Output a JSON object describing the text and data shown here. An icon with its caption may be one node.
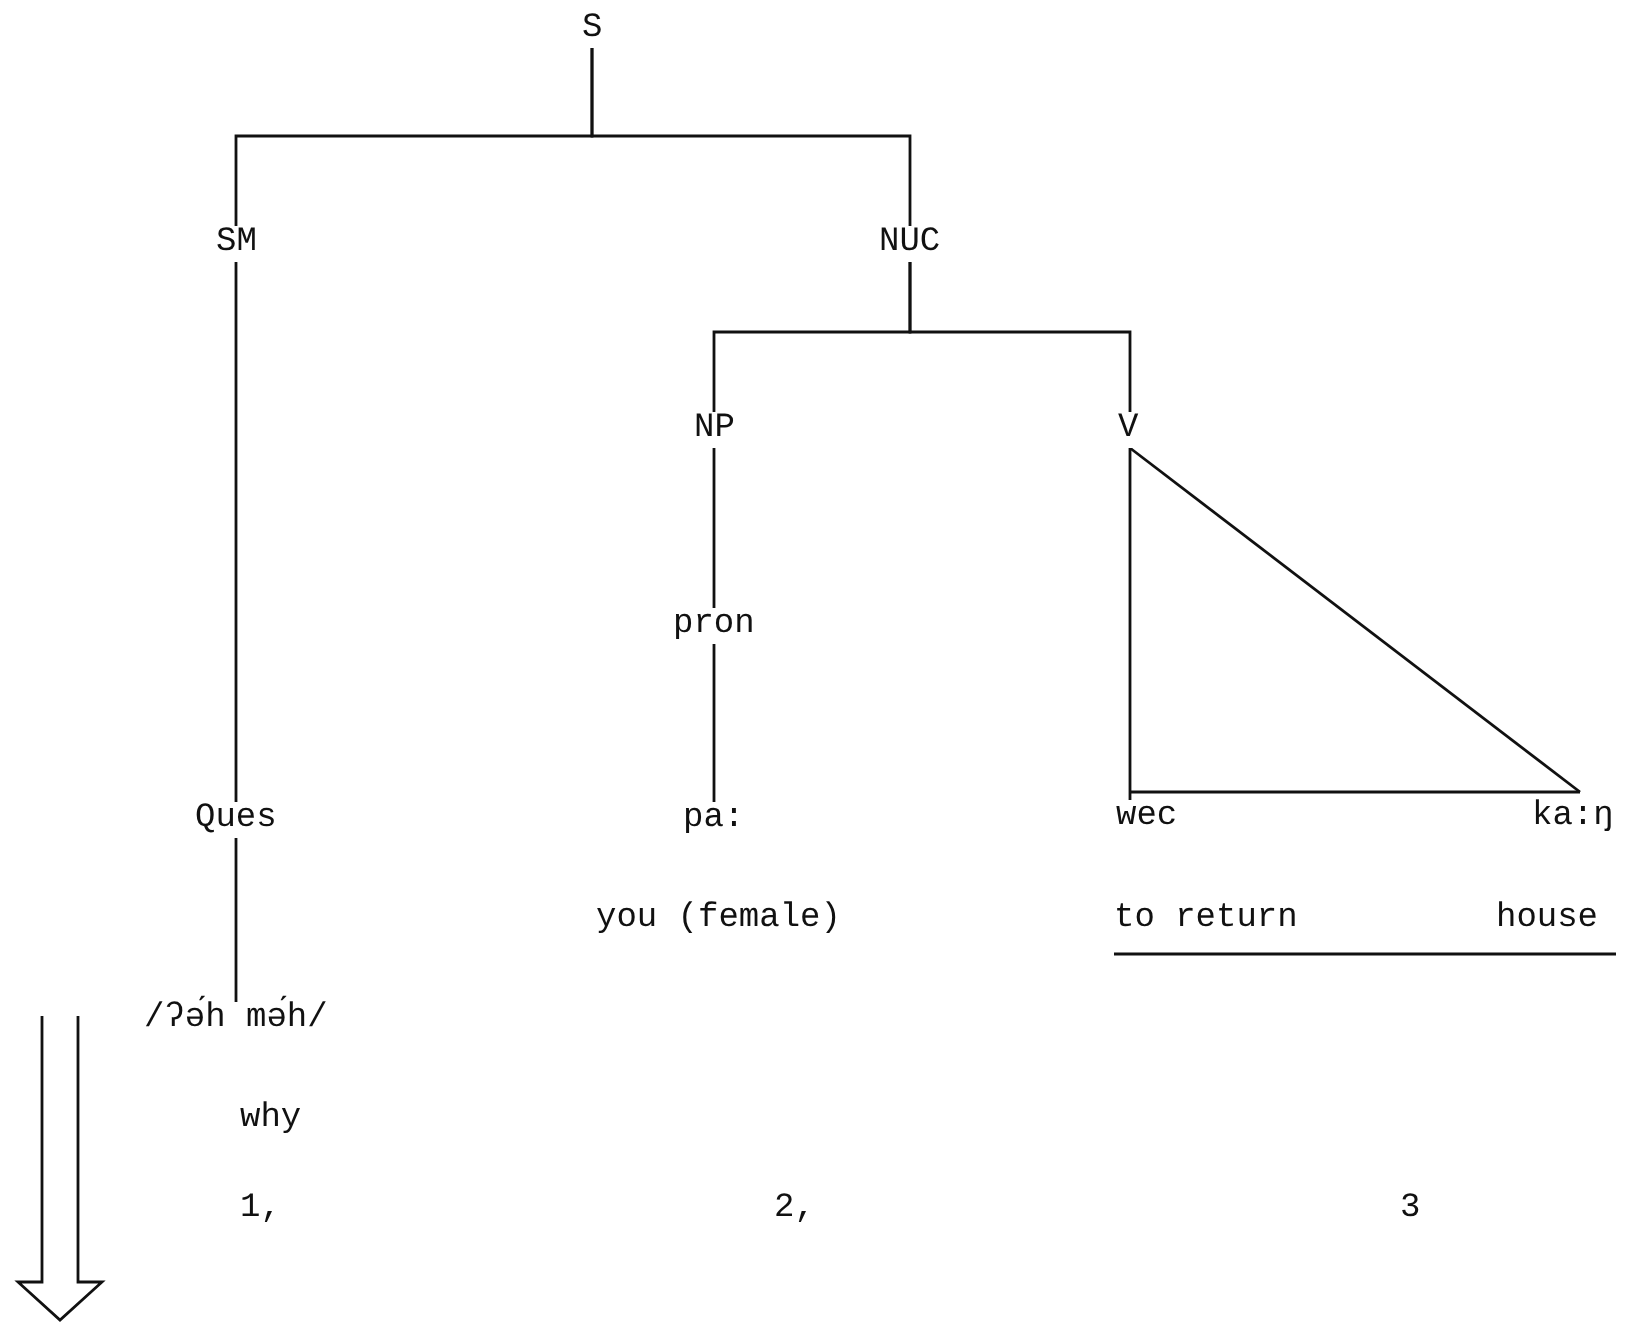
{
  "diagram": {
    "nodes": [
      {
        "text": [
          "S"
        ]
      },
      {
        "text": [
          "SM"
        ]
      },
      {
        "text": [
          "NUC"
        ]
      },
      {
        "text": [
          "NP"
        ]
      },
      {
        "text": [
          "V"
        ]
      },
      {
        "text": [
          "pron"
        ]
      },
      {
        "text": [
          "Ques"
        ]
      },
      {
        "text": [
          "pa:"
        ]
      },
      {
        "text": [
          "wec"
        ]
      },
      {
        "text": [
          "ka:ŋ"
        ]
      },
      {
        "text": [
          "/ʔə́h mə́h/"
        ]
      }
    ],
    "edges": [
      {
        "from": 0,
        "to": 1,
        "arrow": "none"
      },
      {
        "from": 0,
        "to": 2,
        "arrow": "none"
      },
      {
        "from": 2,
        "to": 3,
        "arrow": "none"
      },
      {
        "from": 2,
        "to": 4,
        "arrow": "none"
      },
      {
        "from": 3,
        "to": 5,
        "arrow": "none"
      },
      {
        "from": 1,
        "to": 6,
        "arrow": "none"
      },
      {
        "from": 5,
        "to": 7,
        "arrow": "none"
      },
      {
        "from": 4,
        "to": 8,
        "arrow": "none"
      },
      {
        "from": 4,
        "to": 9,
        "arrow": "none"
      },
      {
        "from": 8,
        "to": 9,
        "arrow": "none"
      },
      {
        "from": 6,
        "to": 10,
        "arrow": "none"
      }
    ],
    "labels": [
      "you (female)",
      "to return",
      "house",
      "why",
      "1,",
      "2,",
      "3"
    ]
  }
}
